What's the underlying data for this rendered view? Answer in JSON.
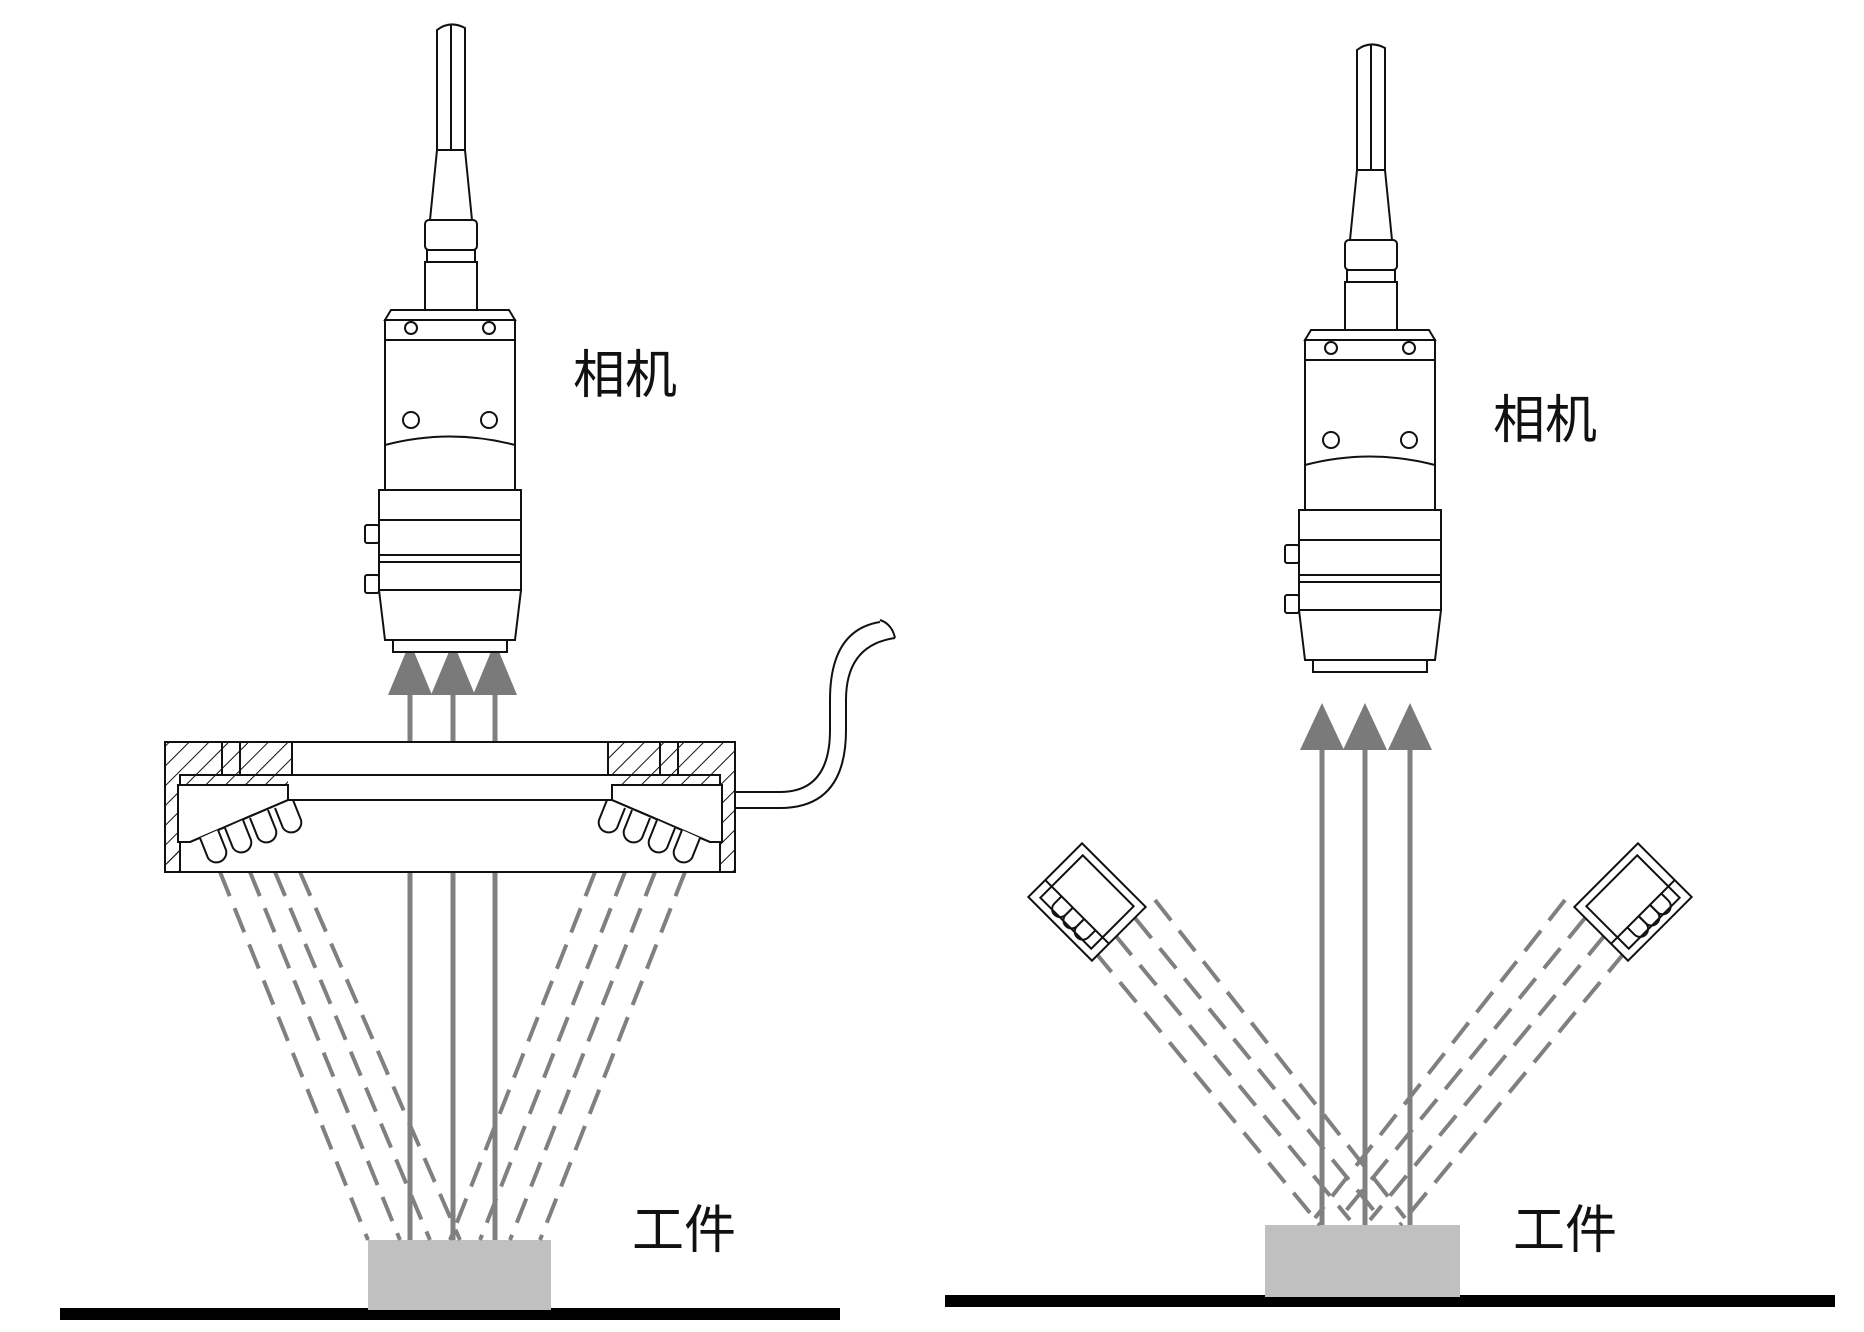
{
  "labels": {
    "left_camera": "相机",
    "left_workpiece": "工件",
    "right_camera": "相机",
    "right_workpiece": "工件"
  },
  "colors": {
    "ray": "#808080",
    "arrowhead": "#7a7a7a",
    "workpiece": "#c0c0c0",
    "floor": "#000000",
    "outline": "#111111"
  }
}
